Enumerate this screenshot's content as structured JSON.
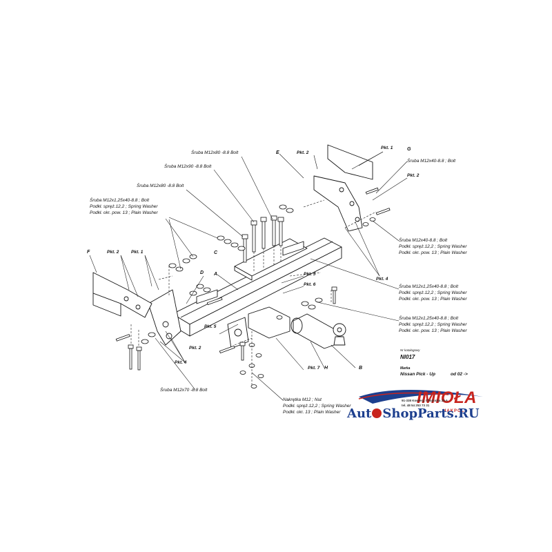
{
  "labels": {
    "bolt_m12x80_top": "Śruba M12x80 -8.8 Bolt",
    "bolt_m12x90": "Śruba M12x90 -8.8 Bolt",
    "bolt_m12x80_mid": "Śruba M12x80 -8.8 Bolt",
    "left_group_line1": "Śruba M12x1,25x40-8.8 ;  Bolt",
    "left_group_line2": "Podkł. spręż.12,2 ;  Spring Washer",
    "left_group_line3": "Podkł. okr. pow. 13 ; Plain Washer",
    "right_top_bolt": "Śruba M12x40-8.8 ;  Bolt",
    "right_group1_line1": "Śruba M12x40-8.8 ;  Bolt",
    "right_group1_line2": "Podkł. spręż.12,2 ; Spring Washer",
    "right_group1_line3": "Podkł. okr. pow. 13 ; Plain Washer",
    "right_group2_line1": "Śruba M12x1,25x40-8.8 ;  Bolt",
    "right_group2_line2": "Podkł. spręż.12,2 ;  Spring Washer",
    "right_group2_line3": "Podkł. okr. pow. 13 ; Plain Washer",
    "right_group3_line1": "Śruba M12x1,25x40-8.8 ;  Bolt",
    "right_group3_line2": "Podkł. spręż.12,2 ;  Spring Washer",
    "right_group3_line3": "Podkł. okr. pow. 13 ; Plain Washer",
    "bottom_bolt": "Śruba M12x70 -8.8 Bolt",
    "nut_line1": "Nakrętka  M12 ;  Nut",
    "nut_line2": "Podkł. spręż.12,2 ;  Spring Washer",
    "nut_line3": "Podkł. okr. 13 ; Plain Washer"
  },
  "letters": {
    "A": "A",
    "B": "B",
    "C": "C",
    "D": "D",
    "E": "E",
    "F": "F",
    "G": "G",
    "H": "H"
  },
  "points": {
    "pkt1_top": "Pkt. 1",
    "pkt2_top": "Pkt. 2",
    "pkt2_right": "Pkt. 2",
    "pkt4_right": "Pkt. 4",
    "pkt2_left": "Pkt. 2",
    "pkt1_left": "Pkt. 1",
    "pkt4_left": "Pkt. 4",
    "pkt2_bottom": "Pkt. 2",
    "pkt5_mid": "Pkt. 5",
    "pkt6_mid": "Pkt. 6",
    "pkt5_lower": "Pkt. 5",
    "pkt7": "Pkt. 7"
  },
  "info": {
    "article_label": "Nr katalogowy",
    "article_number": "NI017",
    "brand_label": "Marka",
    "model": "Nissan Pick - Up",
    "year": "od  02 ->"
  },
  "logo": {
    "name": "IMIOŁA",
    "sub": "HAKPOL",
    "address_line1": "91-338 Kowiery, Chojnicka 29 A",
    "address_line2": "tel. 48 54 253 73 31"
  },
  "watermark": {
    "prefix": "Aut",
    "middle": "ShopParts.RU"
  },
  "colors": {
    "logo_red": "#c8241e",
    "watermark_blue": "#1d3f8e",
    "line": "#111111"
  }
}
